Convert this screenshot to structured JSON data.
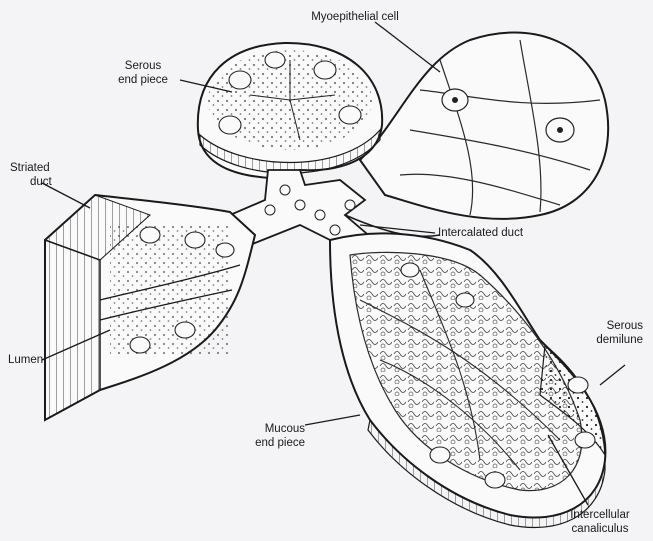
{
  "labels": {
    "myoepithelial_cell": "Myoepithelial cell",
    "serous_end_piece_1": "Serous",
    "serous_end_piece_2": "end piece",
    "striated_duct_1": "Striated",
    "striated_duct_2": "duct",
    "intercalated_duct": "Intercalated duct",
    "lumen": "Lumen",
    "serous_demilune_1": "Serous",
    "serous_demilune_2": "demilune",
    "mucous_end_piece_1": "Mucous",
    "mucous_end_piece_2": "end piece",
    "intercellular_canaliculus_1": "Intercellular",
    "intercellular_canaliculus_2": "canaliculus"
  },
  "colors": {
    "ink": "#1a1a1a",
    "paper": "#f4f4f6",
    "tissue": "#fafafa"
  }
}
